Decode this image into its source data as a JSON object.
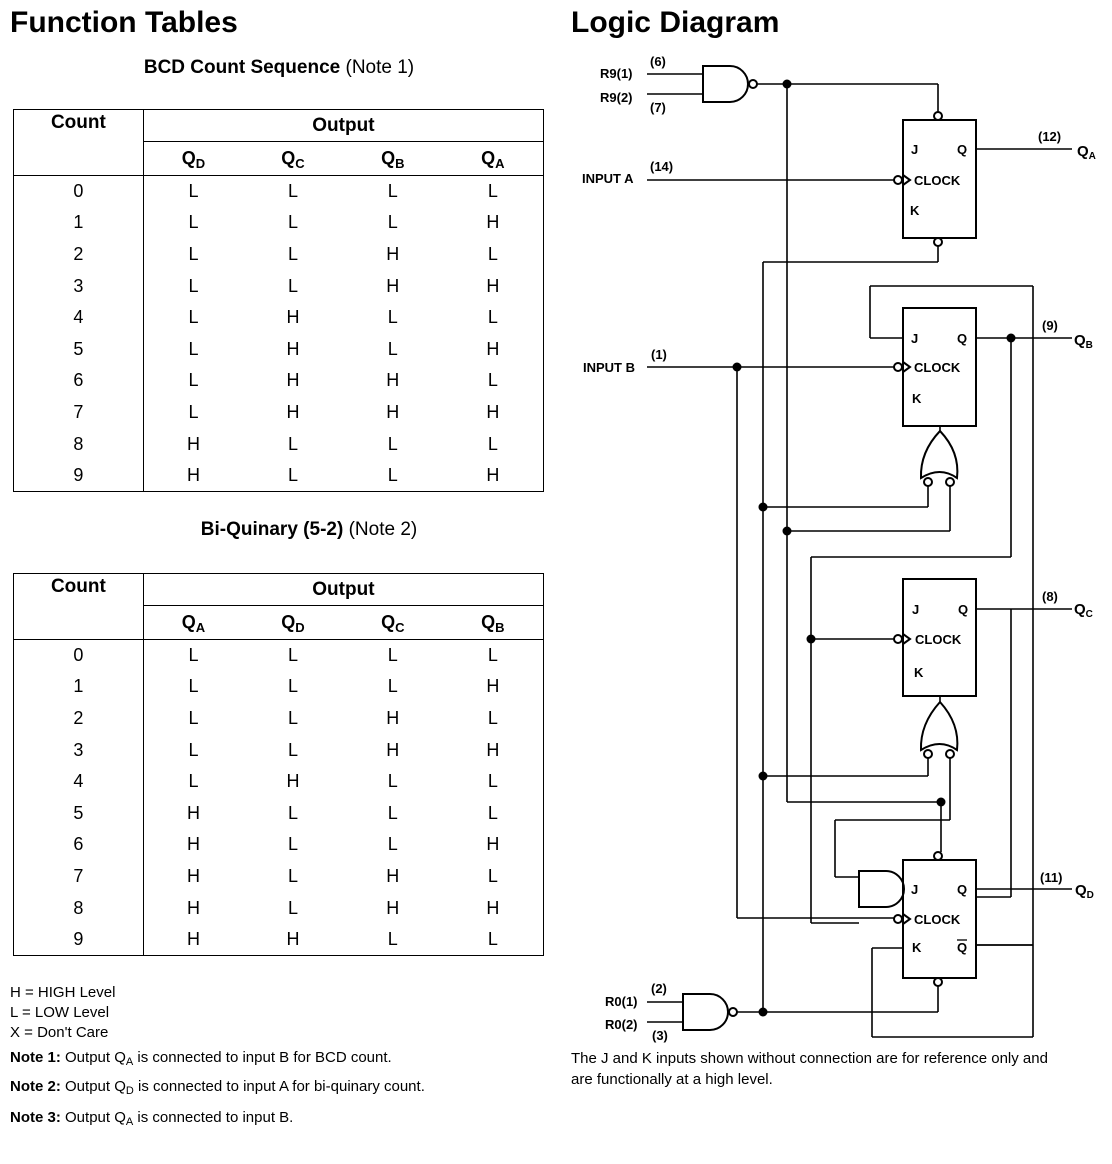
{
  "left_heading": "Function Tables",
  "right_heading": "Logic Diagram",
  "bcd_table": {
    "caption_bold": "BCD Count Sequence",
    "caption_note": "(Note 1)",
    "count_header": "Count",
    "output_header": "Output",
    "columns": [
      {
        "letter": "Q",
        "sub": "D"
      },
      {
        "letter": "Q",
        "sub": "C"
      },
      {
        "letter": "Q",
        "sub": "B"
      },
      {
        "letter": "Q",
        "sub": "A"
      }
    ],
    "rows": [
      [
        "0",
        "L",
        "L",
        "L",
        "L"
      ],
      [
        "1",
        "L",
        "L",
        "L",
        "H"
      ],
      [
        "2",
        "L",
        "L",
        "H",
        "L"
      ],
      [
        "3",
        "L",
        "L",
        "H",
        "H"
      ],
      [
        "4",
        "L",
        "H",
        "L",
        "L"
      ],
      [
        "5",
        "L",
        "H",
        "L",
        "H"
      ],
      [
        "6",
        "L",
        "H",
        "H",
        "L"
      ],
      [
        "7",
        "L",
        "H",
        "H",
        "H"
      ],
      [
        "8",
        "H",
        "L",
        "L",
        "L"
      ],
      [
        "9",
        "H",
        "L",
        "L",
        "H"
      ]
    ]
  },
  "biquinary_table": {
    "caption_bold": "Bi-Quinary (5-2)",
    "caption_note": "(Note 2)",
    "count_header": "Count",
    "output_header": "Output",
    "columns": [
      {
        "letter": "Q",
        "sub": "A"
      },
      {
        "letter": "Q",
        "sub": "D"
      },
      {
        "letter": "Q",
        "sub": "C"
      },
      {
        "letter": "Q",
        "sub": "B"
      }
    ],
    "rows": [
      [
        "0",
        "L",
        "L",
        "L",
        "L"
      ],
      [
        "1",
        "L",
        "L",
        "L",
        "H"
      ],
      [
        "2",
        "L",
        "L",
        "H",
        "L"
      ],
      [
        "3",
        "L",
        "L",
        "H",
        "H"
      ],
      [
        "4",
        "L",
        "H",
        "L",
        "L"
      ],
      [
        "5",
        "H",
        "L",
        "L",
        "L"
      ],
      [
        "6",
        "H",
        "L",
        "L",
        "H"
      ],
      [
        "7",
        "H",
        "L",
        "H",
        "L"
      ],
      [
        "8",
        "H",
        "L",
        "H",
        "H"
      ],
      [
        "9",
        "H",
        "H",
        "L",
        "L"
      ]
    ]
  },
  "legend": [
    "H = HIGH Level",
    "L = LOW Level",
    "X = Don't Care"
  ],
  "notes": [
    {
      "label": "Note 1:",
      "pre": "Output Q",
      "sub": "A",
      "post": " is connected to input B for BCD count."
    },
    {
      "label": "Note 2:",
      "pre": "Output Q",
      "sub": "D",
      "post": " is connected to input A for bi-quinary count."
    },
    {
      "label": "Note 3:",
      "pre": "Output Q",
      "sub": "A",
      "post": " is connected to input B."
    }
  ],
  "diagram": {
    "pins": {
      "r91": "R9(1)",
      "r92": "R9(2)",
      "p6": "(6)",
      "p7": "(7)",
      "input_a": "INPUT A",
      "p14": "(14)",
      "input_b": "INPUT B",
      "p1": "(1)",
      "r01": "R0(1)",
      "r02": "R0(2)",
      "p2": "(2)",
      "p3": "(3)",
      "p12": "(12)",
      "p9": "(9)",
      "p8": "(8)",
      "p11": "(11)"
    },
    "outputs": {
      "q": "Q",
      "qa_sub": "A",
      "qb_sub": "B",
      "qc_sub": "C",
      "qd_sub": "D"
    },
    "ff": {
      "j": "J",
      "k": "K",
      "q": "Q",
      "clock": "CLOCK",
      "qbar": "Q"
    },
    "footnote": [
      "The J and K inputs shown without connection are for reference only and",
      "are functionally at a high level."
    ]
  }
}
